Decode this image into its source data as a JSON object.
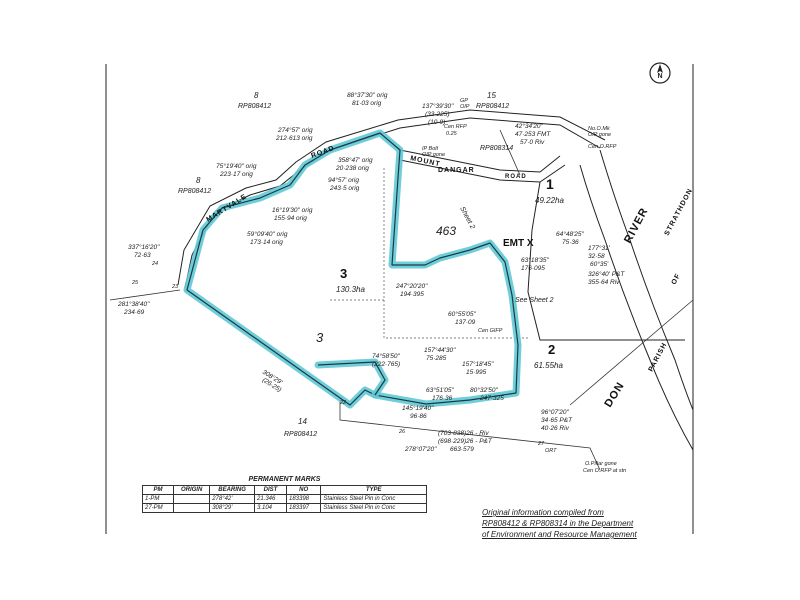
{
  "lots": {
    "lot3": {
      "number": "3",
      "area": "130.3ha"
    },
    "lot2": {
      "number": "2",
      "area": "61.55ha"
    },
    "lot1": {
      "number": "1",
      "area": "49.22ha"
    },
    "lot463": {
      "number": "463"
    },
    "lot3_inner": {
      "number": "3"
    }
  },
  "easement": {
    "label": "EMT X",
    "sheet_ref_1": "Sheet 2",
    "sheet_ref_2": "See  Sheet 2"
  },
  "roads": {
    "martvale": "MARTVALE",
    "road_upper": "ROAD",
    "mount_road": "MOUNT",
    "dangar": "DANGAR",
    "road_mid": "ROAD",
    "river": "RIVER",
    "don": "DON",
    "parish": "PARISH",
    "of": "OF",
    "strathdon": "STRATHDON"
  },
  "adjoining": {
    "lot8_top": "8",
    "rp_top": "RP808412",
    "lot8_left": "8",
    "rp_left": "RP808412",
    "lot15": "15",
    "rp_15": "RP808412",
    "rp_right": "RP808314",
    "lot14": "14",
    "rp_14": "RP808412"
  },
  "bearings": [
    "88°37'30\" orig",
    "81·03 orig",
    "274°57' orig",
    "212·613 orig",
    "358°47' orig",
    "20·238 orig",
    "94°57' orig",
    "243·5 orig",
    "75°19'40\" orig",
    "223·17 orig",
    "16°19'30\" orig",
    "155·94 orig",
    "59°09'40\" orig",
    "173·14 orig",
    "337°16'20\"",
    "72·63",
    "281°38'40\"",
    "234·69",
    "137°39'30\"",
    "(33·225)",
    "(10·9)",
    "42°34'20\"",
    "47·253 FMT",
    "57·0 Riv",
    "64°48'25\"",
    "75·36",
    "63°18'35\"",
    "176·095",
    "177°31'",
    "32·58",
    "60°35'",
    "326°40' P&T",
    "355·64 Riv",
    "247°20'20\"",
    "194·395",
    "157°44'30\"",
    "75·285",
    "157°18'45\"",
    "15·995",
    "74°58'50\"",
    "(222·765)",
    "308°29'",
    "(26·25)",
    "63°51'05\"",
    "176·36",
    "80°32'50\"",
    "247·325",
    "145°19'40\"",
    "96·86",
    "96°07'20\"",
    "34·65 P&T",
    "40·26 Riv",
    "(703·838)26 - Riv",
    "(698·229)26 - P&T",
    "278°07'20\"",
    "663·579",
    "60°55'05\"",
    "137·09"
  ],
  "marks": [
    "GP",
    "OIP",
    "Cen RFP",
    "0.25",
    "No.O.Mk",
    "OIP gone",
    "Cen O.RFP",
    "ORT",
    "IP Bolt",
    "OIP gone",
    "Cen GIFP",
    "O.Pillar gone",
    "Cen O.RFP at stn",
    "24",
    "25",
    "23",
    "22",
    "26",
    "27"
  ],
  "permanent_marks": {
    "title": "PERMANENT MARKS",
    "headers": [
      "PM",
      "ORIGIN",
      "BEARING",
      "DIST",
      "NO",
      "TYPE"
    ],
    "rows": [
      [
        "1-PM",
        "",
        "278°42'",
        "21.346",
        "183398",
        "Stainless Steel Pin in Conc"
      ],
      [
        "27-PM",
        "",
        "308°29'",
        "3.104",
        "183397",
        "Stainless Steel Pin in Conc"
      ]
    ]
  },
  "note": {
    "line1": "Original information compiled from",
    "line2": "RP808412 & RP808314 in the Department",
    "line3": "of Environment and Resource Management"
  },
  "colors": {
    "highlight": "#5fc9d6",
    "line": "#222222"
  },
  "icons": {
    "north": "north-arrow-icon"
  }
}
